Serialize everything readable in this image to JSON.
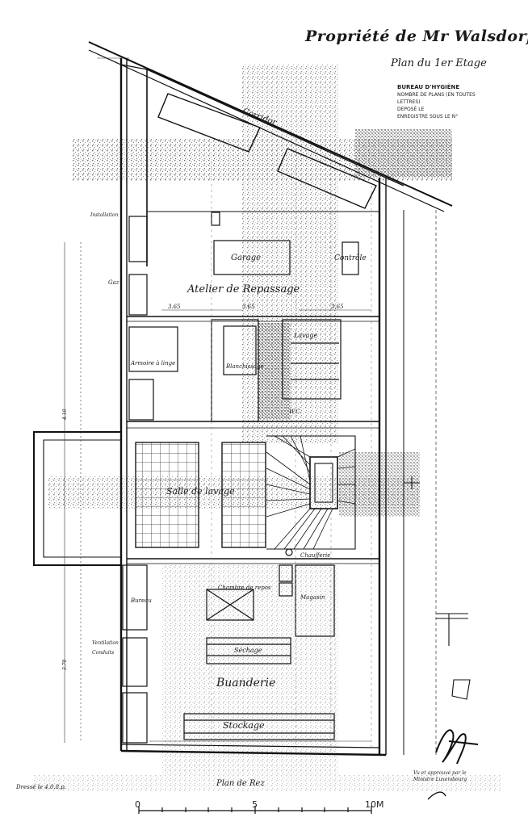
{
  "header": {
    "title": "Propriété de Mr Walsdorff",
    "subtitle": "Plan du 1er Etage"
  },
  "stamp": {
    "office": "BUREAU D'HYGIÈNE",
    "line1": "NOMBRE DE PLANS (EN TOUTES",
    "line2": "LETTRES)",
    "line3": "DEPOSÉ LE",
    "line4": "ENREGISTRE SOUS LE N°"
  },
  "rooms": {
    "corridor": "Corridor",
    "garage": "Garage",
    "controle": "Contrôle",
    "atelier": "Atelier de Repassage",
    "lavage": "Lavage",
    "blanchissage": "Blanchissage",
    "armoire_a_linge": "Armoire à linge",
    "salle_de_lavage": "Salle de lavage",
    "chaufferie": "Chaufferie",
    "magasin": "Magasin",
    "bureau": "Bureau",
    "chambre_de_repos": "Chambre de repos",
    "buanderie": "Buanderie",
    "sechage": "Séchage",
    "stockage": "Stockage",
    "wc": "W.C."
  },
  "annotations": {
    "dim_left": "3.65",
    "dim_mid": "3.65",
    "dim_right": "3.65",
    "gaz": "Gaz",
    "cote_left_1": "4.10",
    "cote_left_2": "3.70",
    "installation": "Installation",
    "ventilation": "Ventilation",
    "conduits": "Conduits",
    "plan_label": "Plan de Rez",
    "footer_left": "Dressé le 4.0.8.p.",
    "footer_right": "Vu et approuvé par le Ministre Luxembourg"
  },
  "scale_bar": {
    "labels": [
      "0",
      "5",
      "10M"
    ],
    "ticks": 10
  }
}
